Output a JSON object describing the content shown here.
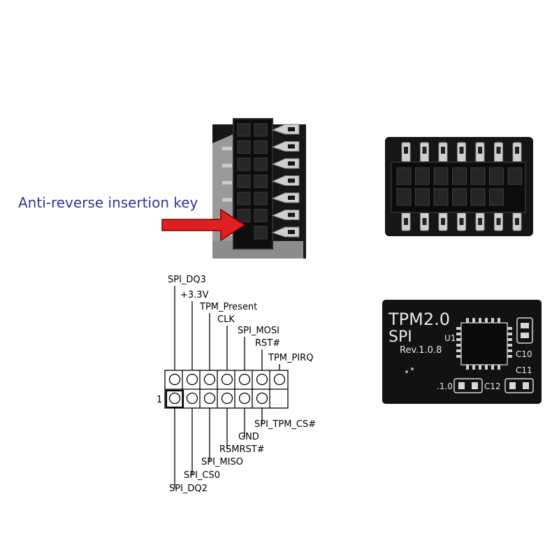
{
  "annotation": "Anti-reverse insertion key",
  "pinout": {
    "top_labels": [
      "SPI_DQ3",
      "+3.3V",
      "TPM_Present",
      "CLK",
      "SPI_MOSI",
      "RST#",
      "TPM_PIRQ"
    ],
    "bottom_labels": [
      "SPI_TPM_CS#",
      "GND",
      "RSMRST#",
      "SPI_MISO",
      "SPI_CS0",
      "SPI_DQ2"
    ],
    "pin1_marker": "1"
  },
  "pcb": {
    "title": "TPM2.0",
    "subtitle": "SPI",
    "revision": "Rev.1.0.8",
    "u1": "U1",
    "c10": "C10",
    "c11": "C11",
    "c12": "C12",
    "edge_mark": ".1.0"
  },
  "colors": {
    "annotation_text": "#2d3a8c",
    "arrow": "#e02020",
    "board": "#141414",
    "pads": "#cfcfcf",
    "silkscreen": "#e8e8e8"
  }
}
